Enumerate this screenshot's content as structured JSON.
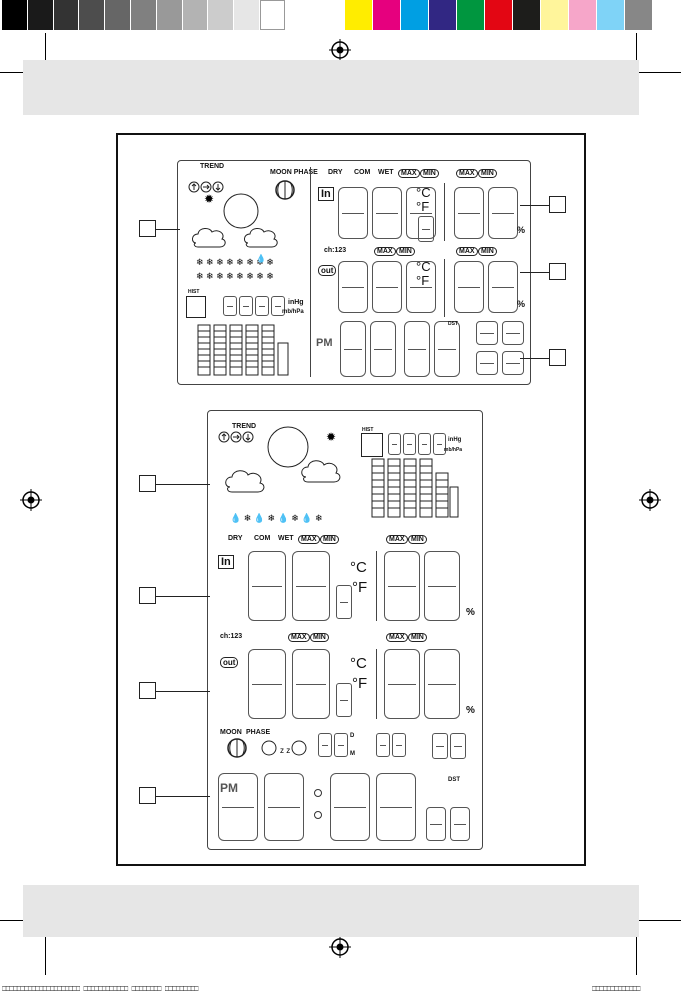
{
  "color_bar": {
    "grays": [
      "#000000",
      "#1a1a1a",
      "#333333",
      "#4d4d4d",
      "#666666",
      "#808080",
      "#999999",
      "#b3b3b3",
      "#cccccc",
      "#e6e6e6",
      "#ffffff"
    ],
    "colors": [
      "#ffed00",
      "#e6007e",
      "#009fe3",
      "#312783",
      "#00963f",
      "#e30613",
      "#1d1d1b",
      "#fff59b",
      "#f6a6c9",
      "#7fd3f7",
      "#878787"
    ]
  },
  "top_display": {
    "trend": "TREND",
    "moon_phase": "MOON PHASE",
    "hist": "HIST",
    "unit_inhg": "inHg",
    "unit_mb": "mb/hPa",
    "dry": "DRY",
    "com": "COM",
    "wet": "WET",
    "max": "MAX",
    "min": "MIN",
    "in": "In",
    "out": "out",
    "ch": "ch:123",
    "celsius": "°C",
    "fahrenheit": "°F",
    "percent": "%",
    "pm": "PM",
    "dst": "DST"
  },
  "bottom_display": {
    "trend": "TREND",
    "hist": "HIST",
    "unit_inhg": "inHg",
    "unit_mb": "mb/hPa",
    "dry": "DRY",
    "com": "COM",
    "wet": "WET",
    "max": "MAX",
    "min": "MIN",
    "in": "In",
    "out": "out",
    "ch": "ch:123",
    "celsius": "°C",
    "fahrenheit": "°F",
    "percent": "%",
    "moon": "MOON",
    "phase": "PHASE",
    "pm": "PM",
    "dst": "DST",
    "day_d": "D",
    "day_m": "M"
  },
  "footer": {
    "left_code": "⎕⎕⎕⎕⎕⎕⎕⎕⎕⎕⎕⎕⎕⎕⎕⎕⎕⎕⎕⎕⎕ ⎕⎕⎕⎕⎕⎕⎕⎕⎕⎕⎕⎕ ⎕⎕⎕⎕⎕⎕⎕⎕ ⎕⎕⎕⎕⎕⎕⎕⎕⎕",
    "right_code": "⎕⎕⎕⎕⎕⎕⎕⎕⎕⎕⎕⎕⎕"
  }
}
